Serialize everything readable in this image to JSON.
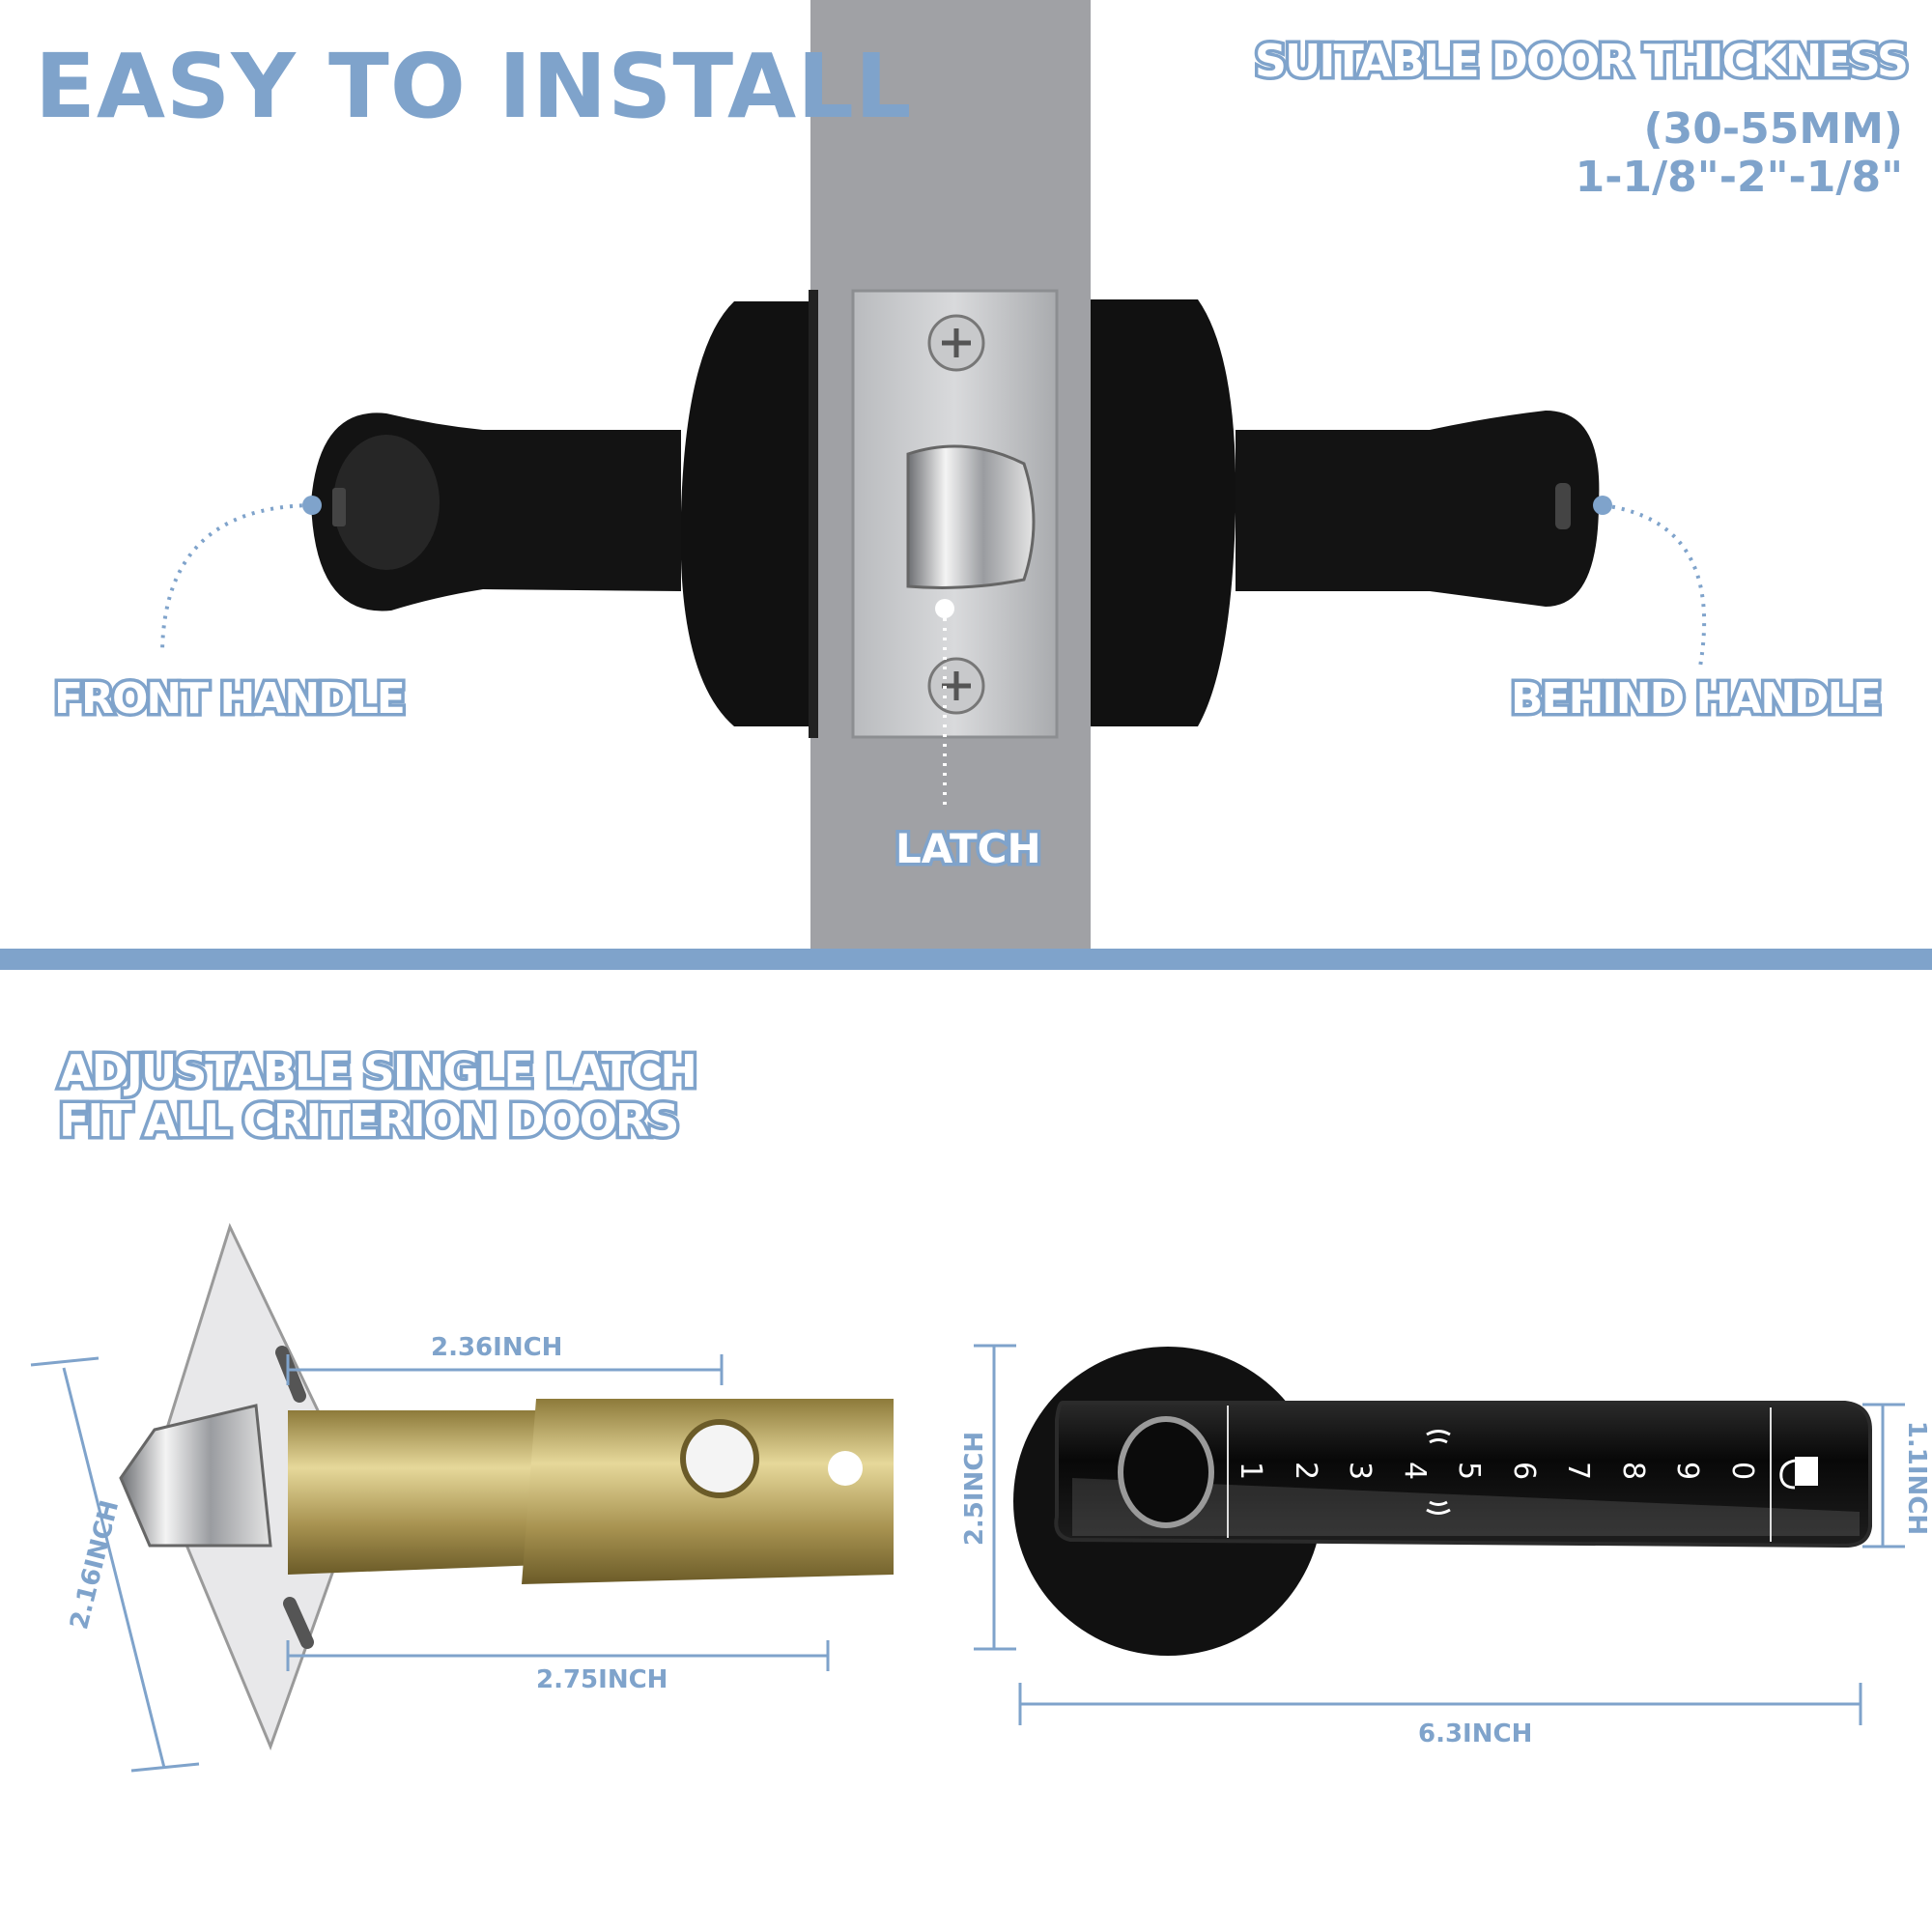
{
  "header": {
    "title": "EASY TO INSTALL",
    "thickness_title": "SUITABLE DOOR THICKNESS",
    "thickness_mm": "(30-55MM)",
    "thickness_in": "1-1/8\"-2\"-1/8\""
  },
  "labels": {
    "front_handle": "FRONT HANDLE",
    "behind_handle": "BEHIND HANDLE",
    "latch": "LATCH"
  },
  "latch_section": {
    "line1": "ADJUSTABLE SINGLE LATCH",
    "line2": "FIT ALL CRITERION DOORS",
    "dim_width_top": "2.36INCH",
    "dim_width_bottom": "2.75INCH",
    "dim_height": "2.16INCH"
  },
  "lever_section": {
    "dim_height_rose": "2.5INCH",
    "dim_height_handle": "1.1INCH",
    "dim_length": "6.3INCH",
    "keypad_digits": [
      "1",
      "2",
      "3",
      "4",
      "5",
      "6",
      "7",
      "8",
      "9",
      "0"
    ]
  },
  "colors": {
    "accent": "#7fa3cb",
    "door": "#a0a1a5",
    "handle": "#141414"
  }
}
